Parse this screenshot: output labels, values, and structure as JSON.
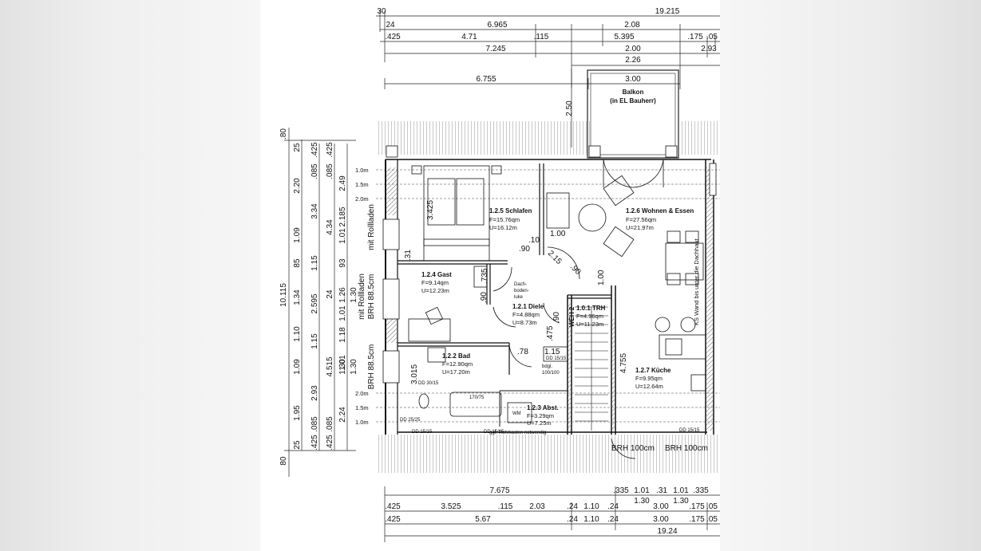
{
  "dims_top": {
    "r1": [
      "30",
      "19.215"
    ],
    "r2": [
      "24",
      "6.965",
      "2.08"
    ],
    "r3": [
      ".425",
      "4.71",
      ".115",
      "5.395",
      ".175",
      ".05"
    ],
    "r4": [
      "7.245",
      "2.00",
      "2.93"
    ],
    "r5": [
      "2.26"
    ],
    "r6": [
      "6.755",
      "3.00"
    ],
    "balkon_depth": "2.50"
  },
  "dims_bottom": {
    "r1": [
      "7.675",
      ".335",
      "1.01",
      ".31",
      "1.01",
      ".335"
    ],
    "r2": [
      "1.30",
      "1.30"
    ],
    "r3": [
      ".425",
      "3.525",
      ".115",
      "2.03",
      ".24",
      "1.10",
      ".24",
      "3.00",
      ".175",
      ".05"
    ],
    "r4": [
      ".425",
      "5.67",
      ".24",
      "1.10",
      ".24",
      "3.00",
      ".175",
      ".05"
    ],
    "r5": [
      "19.24"
    ]
  },
  "dims_left": {
    "c1": [
      ".80",
      "10.115",
      "80"
    ],
    "c2": [
      "25",
      "2.20",
      "1.09",
      "85",
      "1.34",
      "1.10",
      "1.09",
      "1.95",
      "25"
    ],
    "c3": [
      ".425",
      ".085",
      "3.34",
      "1.15",
      "2.595",
      "1.15",
      "2.93",
      ".085",
      ".425"
    ],
    "c4": [
      ".425",
      ".085",
      "4.34",
      "24",
      "4.515",
      ".085",
      ".425"
    ],
    "c5": [
      "2.49",
      "2.185",
      "1.01",
      "93",
      "1.26",
      "1.01",
      "1.18",
      "1.01",
      "1.30",
      "2.24"
    ],
    "c6": [
      "1.30",
      "1.30"
    ]
  },
  "labels": {
    "mit_rolladen_1": "mit Rollladen",
    "mit_rolladen_2": "mit Rollladen",
    "brh_1": "BRH 88.5cm",
    "brh_2": "BRH 88.5cm",
    "h_top": [
      "1.0m",
      "1.5m",
      "2.0m"
    ],
    "h_bottom": [
      "2.0m",
      "1.5m",
      "1.0m"
    ],
    "ks_wand": "KS Wand bis unter die Dachhaut",
    "weh": "WEH 2",
    "brh_kitchen_1": "BRH 100cm",
    "brh_kitchen_2": "BRH 100cm",
    "dachboden": [
      "Dach-",
      "boden-",
      "luke"
    ],
    "bdgl": [
      "bdgl.",
      "100/100"
    ],
    "wm": "WM",
    "wanne": "170/75",
    "rohrkasten": "ggf. Rohrkasten notwendig",
    "dd": [
      "DD 30/15",
      "DD 25/25",
      "DD 15/15",
      "DD 15/15",
      "DD 15/15",
      "DD 15/15"
    ]
  },
  "inner_dims": [
    "3.425",
    ".10",
    ".90",
    "1.00",
    ".31",
    ".735",
    ".90",
    ".90",
    ".90",
    ".78",
    ".475",
    "1.15",
    "3.015",
    "4.755",
    "1.00",
    "2.15"
  ],
  "rooms": {
    "balkon": {
      "name": "Balkon",
      "note": "(in EL Bauherr)"
    },
    "schlafen": {
      "name": "1.2.5 Schlafen",
      "f": "F=15.76qm",
      "u": "U=16.12m"
    },
    "wohnen": {
      "name": "1.2.6 Wohnen & Essen",
      "f": "F=27.56qm",
      "u": "U=21.97m"
    },
    "gast": {
      "name": "1.2.4 Gast",
      "f": "F=9.14qm",
      "u": "U=12.23m"
    },
    "diele": {
      "name": "1.2.1 Diele",
      "f": "F=4.88qm",
      "u": "U=8.73m"
    },
    "trh": {
      "name": "1.0.1 TRH",
      "f": "F=4.96qm",
      "u": "U=11.23m"
    },
    "bad": {
      "name": "1.2.2 Bad",
      "f": "F=12.90qm",
      "u": "U=17.20m"
    },
    "abst": {
      "name": "1.2.3 Abst.",
      "f": "F=3.29qm",
      "u": "U=7.25m"
    },
    "kueche": {
      "name": "1.2.7 Küche",
      "f": "F=9.95qm",
      "u": "U=12.64m"
    }
  }
}
